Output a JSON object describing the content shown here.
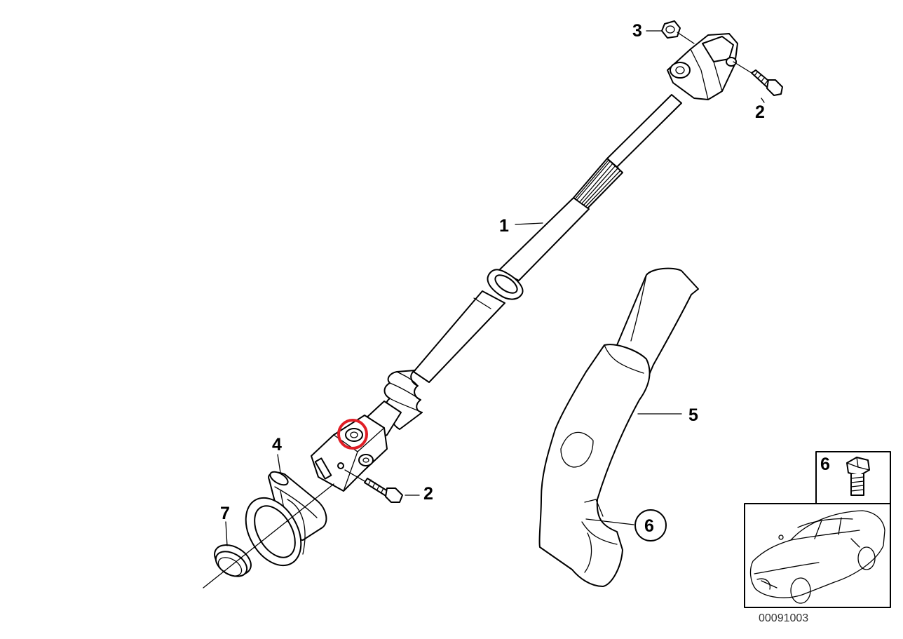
{
  "diagram": {
    "callouts": {
      "c1": "1",
      "c2_top": "2",
      "c2_bottom": "2",
      "c3": "3",
      "c4": "4",
      "c5": "5",
      "c6_circle": "6",
      "c6_inset": "6",
      "c7": "7"
    },
    "catalog_number": "00091003",
    "highlight_color": "#e01e26"
  }
}
